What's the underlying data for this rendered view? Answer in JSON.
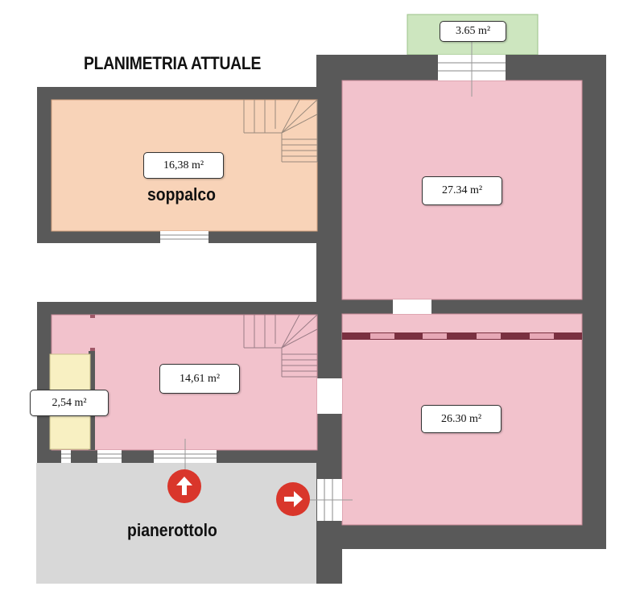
{
  "title": "PLANIMETRIA ATTUALE",
  "rooms": {
    "balcony": {
      "area": "3.65  m²"
    },
    "soppalco": {
      "area": "16,38 m²",
      "name": "soppalco"
    },
    "north_room": {
      "area": "27.34 m²"
    },
    "middle_room": {
      "area": "14,61 m²"
    },
    "closet": {
      "area": "2,54 m²"
    },
    "south_room": {
      "area": "26.30 m²"
    },
    "landing": {
      "name": "pianerottolo"
    }
  },
  "colors": {
    "wall": "#595959",
    "pink_room": "#f2c2cc",
    "soppalco": "#f8d3b8",
    "closet": "#f8f0c2",
    "balcony": "#cde6bf",
    "landing": "#d8d8d8",
    "beam": "#7a3040",
    "arrow": "#d9362b"
  },
  "icons": [
    "entry-arrow-up-icon",
    "entry-arrow-right-icon"
  ]
}
